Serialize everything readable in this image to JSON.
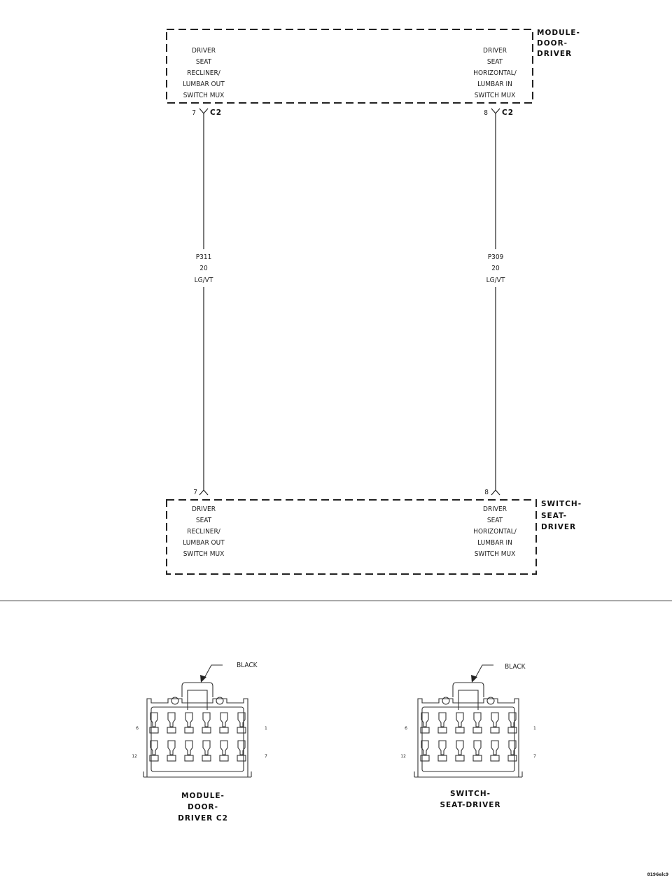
{
  "module_door_driver": {
    "name_lines": [
      "MODULE-",
      "DOOR-",
      "DRIVER"
    ],
    "left_function": [
      "DRIVER",
      "SEAT",
      "RECLINER/",
      "LUMBAR OUT",
      "SWITCH MUX"
    ],
    "right_function": [
      "DRIVER",
      "SEAT",
      "HORIZONTAL/",
      "LUMBAR IN",
      "SWITCH MUX"
    ],
    "left_pin": "7",
    "right_pin": "8",
    "connector": "C2"
  },
  "wires": [
    {
      "circuit": "P311",
      "gauge": "20",
      "color": "LG/VT"
    },
    {
      "circuit": "P309",
      "gauge": "20",
      "color": "LG/VT"
    }
  ],
  "switch_seat_driver": {
    "name_lines": [
      "SWITCH-",
      "SEAT-",
      "DRIVER"
    ],
    "left_function": [
      "DRIVER",
      "SEAT",
      "RECLINER/",
      "LUMBAR OUT",
      "SWITCH MUX"
    ],
    "right_function": [
      "DRIVER",
      "SEAT",
      "HORIZONTAL/",
      "LUMBAR IN",
      "SWITCH MUX"
    ],
    "left_pin": "7",
    "right_pin": "8"
  },
  "connector_views": [
    {
      "color_label": "BLACK",
      "pins": {
        "top_left": "6",
        "top_right": "1",
        "bottom_left": "12",
        "bottom_right": "7"
      },
      "title_lines": [
        "MODULE-",
        "DOOR-",
        "DRIVER C2"
      ]
    },
    {
      "color_label": "BLACK",
      "pins": {
        "top_left": "6",
        "top_right": "1",
        "bottom_left": "12",
        "bottom_right": "7"
      },
      "title_lines": [
        "SWITCH-",
        "SEAT-DRIVER"
      ]
    }
  ],
  "figure_id": "8196elc9"
}
